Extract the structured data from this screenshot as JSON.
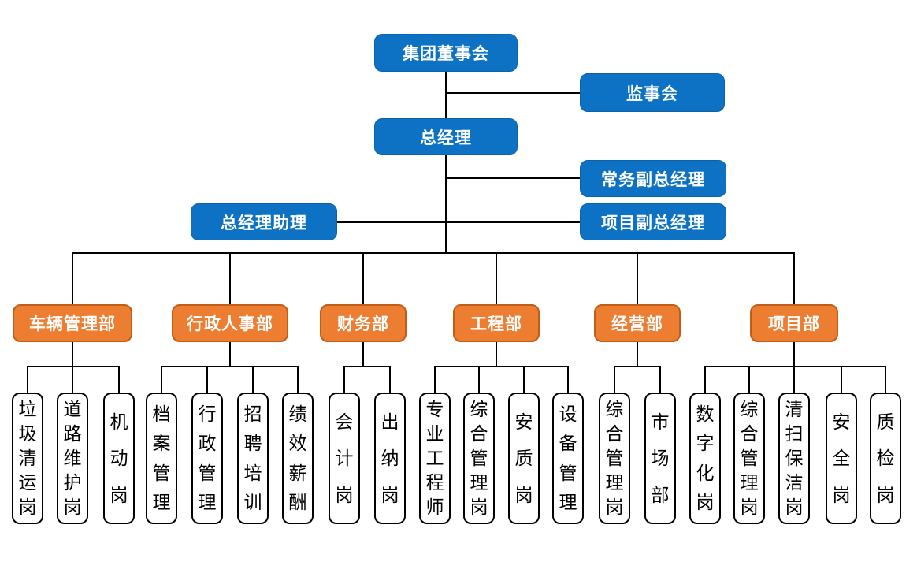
{
  "org_chart": {
    "executives": {
      "board": "集团董事会",
      "supervisory_board": "监事会",
      "general_manager": "总经理",
      "executive_deputy_general_manager": "常务副总经理",
      "general_manager_assistant": "总经理助理",
      "project_deputy_general_manager": "项目副总经理"
    },
    "departments": [
      {
        "label": "车辆管理部",
        "children": [
          "垃圾清运岗",
          "道路维护岗",
          "机动岗"
        ]
      },
      {
        "label": "行政人事部",
        "children": [
          "档案管理",
          "行政管理",
          "招聘培训",
          "绩效薪酬"
        ]
      },
      {
        "label": "财务部",
        "children": [
          "会计岗",
          "出纳岗"
        ]
      },
      {
        "label": "工程部",
        "children": [
          "专业工程师",
          "综合管理岗",
          "安质岗",
          "设备管理"
        ]
      },
      {
        "label": "经营部",
        "children": [
          "综合管理岗",
          "市场部"
        ]
      },
      {
        "label": "项目部",
        "children": [
          "数字化岗",
          "综合管理岗",
          "清扫保洁岗",
          "安全岗",
          "质检岗"
        ]
      }
    ],
    "colors": {
      "executive_fill": "#0d72c4",
      "executive_border": "#0b62a8",
      "department_fill": "#ed7d31",
      "department_border": "#c05e18",
      "connector": "#000000"
    }
  }
}
